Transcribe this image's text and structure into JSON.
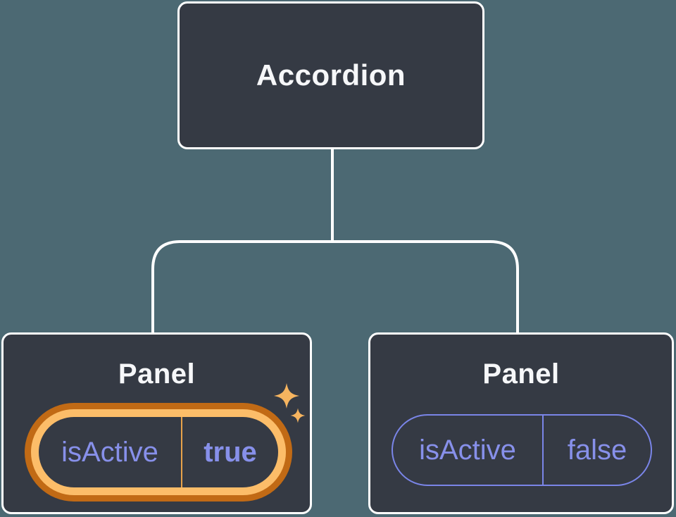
{
  "diagram": {
    "nodes": {
      "root": {
        "label": "Accordion"
      },
      "panel_left": {
        "label": "Panel",
        "state_key": "isActive",
        "state_value": "true",
        "highlighted": true
      },
      "panel_right": {
        "label": "Panel",
        "state_key": "isActive",
        "state_value": "false",
        "highlighted": false
      }
    },
    "icons": {
      "highlight": "sparkles-icon"
    }
  },
  "colors": {
    "background": "#4C6973",
    "node_fill": "#353A44",
    "node_border": "#FFFFFF",
    "node_text": "#F6F7F9",
    "connector": "#FFFFFF",
    "state_text": "#8790EA",
    "pill_border": "#7A85E8",
    "ring_outer": "#C16A15",
    "ring_inner": "#FCBD69",
    "divider_active": "#E8A24A",
    "sparkle": "#F6B45F"
  }
}
